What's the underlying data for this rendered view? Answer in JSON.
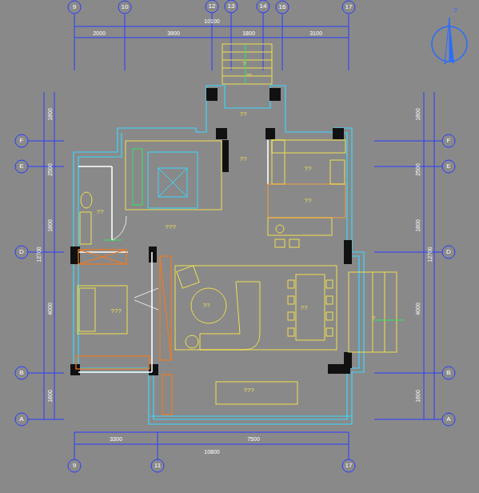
{
  "diagram": {
    "labels": [
      "9",
      "10",
      "12",
      "13",
      "14",
      "16",
      "17",
      "2000",
      "3900",
      "10100",
      "1800",
      "3100",
      "3300",
      "7500",
      "10800",
      "9",
      "11",
      "17",
      "F",
      "E",
      "D",
      "B",
      "A",
      "F",
      "E",
      "D",
      "B",
      "A",
      "1800",
      "2500",
      "1800",
      "12700",
      "4000",
      "1800",
      "1800",
      "2500",
      "1800",
      "12700",
      "4000",
      "1600",
      "?",
      "??",
      "??",
      "??",
      "??",
      "??",
      "??",
      "???",
      "???",
      "??",
      "??",
      "?",
      "???",
      "?"
    ]
  }
}
